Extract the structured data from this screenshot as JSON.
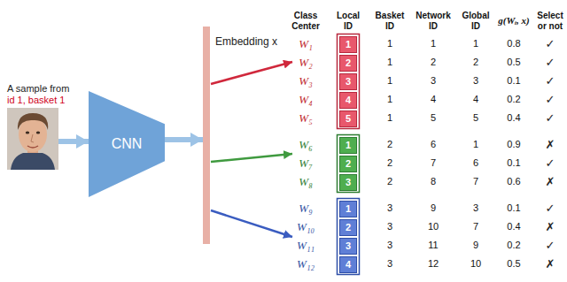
{
  "diagram": {
    "nodes": [
      {
        "text": [
          "A sample from",
          "id 1, basket 1"
        ]
      },
      {
        "text": [
          "CNN"
        ]
      },
      {
        "text": [
          "Embedding x"
        ]
      },
      {
        "text": [
          "1"
        ]
      },
      {
        "text": [
          "2"
        ]
      },
      {
        "text": [
          "3"
        ]
      },
      {
        "text": [
          "4"
        ]
      },
      {
        "text": [
          "5"
        ]
      },
      {
        "text": [
          "1"
        ]
      },
      {
        "text": [
          "2"
        ]
      },
      {
        "text": [
          "3"
        ]
      },
      {
        "text": [
          "1"
        ]
      },
      {
        "text": [
          "2"
        ]
      },
      {
        "text": [
          "3"
        ]
      },
      {
        "text": [
          "4"
        ]
      }
    ],
    "edges": [
      {
        "from": 0,
        "to": 1,
        "arrow": "to"
      },
      {
        "from": 1,
        "to": 2,
        "arrow": "to"
      }
    ],
    "labels": [
      "Class Center",
      "Local ID",
      "Basket ID",
      "Network ID",
      "Global ID",
      "g(Wᵢ, x)",
      "Select or not",
      "W₁",
      "1",
      "1",
      "1",
      "0.8",
      "✓",
      "W₂",
      "1",
      "2",
      "2",
      "0.5",
      "✓",
      "W₃",
      "1",
      "3",
      "3",
      "0.1",
      "✓",
      "W₄",
      "1",
      "4",
      "4",
      "0.2",
      "✓",
      "W₅",
      "1",
      "5",
      "5",
      "0.4",
      "✓",
      "W₆",
      "2",
      "6",
      "1",
      "0.9",
      "✗",
      "W₇",
      "2",
      "7",
      "6",
      "0.1",
      "✓",
      "W₈",
      "2",
      "8",
      "7",
      "0.6",
      "✗",
      "W₉",
      "3",
      "9",
      "3",
      "0.1",
      "✓",
      "W₁₀",
      "3",
      "10",
      "7",
      "0.4",
      "✗",
      "W₁₁",
      "3",
      "11",
      "9",
      "0.2",
      "✓",
      "W₁₂",
      "3",
      "12",
      "10",
      "0.5",
      "✗"
    ]
  }
}
